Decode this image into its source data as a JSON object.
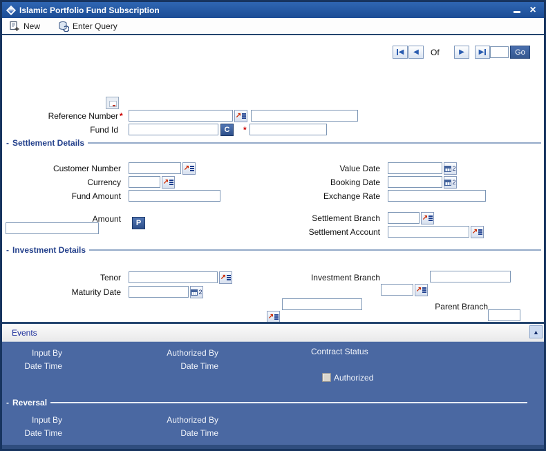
{
  "window": {
    "title": "Islamic Portfolio Fund Subscription"
  },
  "toolbar": {
    "new": "New",
    "enter_query": "Enter Query"
  },
  "pagination": {
    "of": "Of",
    "go": "Go",
    "page": ""
  },
  "form": {
    "reference_number_label": "Reference Number",
    "required_marker": "*",
    "fund_id_label": "Fund Id",
    "c_button": "C",
    "settlement_details_title": "Settlement Details",
    "customer_number_label": "Customer Number",
    "currency_label": "Currency",
    "fund_amount_label": "Fund Amount",
    "amount_label": "Amount",
    "p_button": "P",
    "value_date_label": "Value Date",
    "booking_date_label": "Booking Date",
    "exchange_rate_label": "Exchange Rate",
    "settlement_branch_label": "Settlement Branch",
    "settlement_account_label": "Settlement Account",
    "investment_details_title": "Investment Details",
    "tenor_label": "Tenor",
    "maturity_date_label": "Maturity Date",
    "investment_branch_label": "Investment Branch",
    "parent_branch_label": "Parent Branch"
  },
  "events": {
    "title": "Events",
    "input_by_label": "Input By",
    "input_date_time_label": "Date Time",
    "authorized_by_label": "Authorized By",
    "auth_date_time_label": "Date Time",
    "contract_status_label": "Contract Status",
    "authorized_label": "Authorized"
  },
  "reversal": {
    "title": "Reversal",
    "input_by_label": "Input By",
    "input_date_time_label": "Date Time",
    "authorized_by_label": "Authorized By",
    "auth_date_time_label": "Date Time"
  },
  "colors": {
    "titlebar_blue": "#1d4f99",
    "panel_slate": "#4a68a2",
    "button_blue": "#3a5f9e",
    "required_red": "#cc0000",
    "section_blue": "#24418c"
  }
}
